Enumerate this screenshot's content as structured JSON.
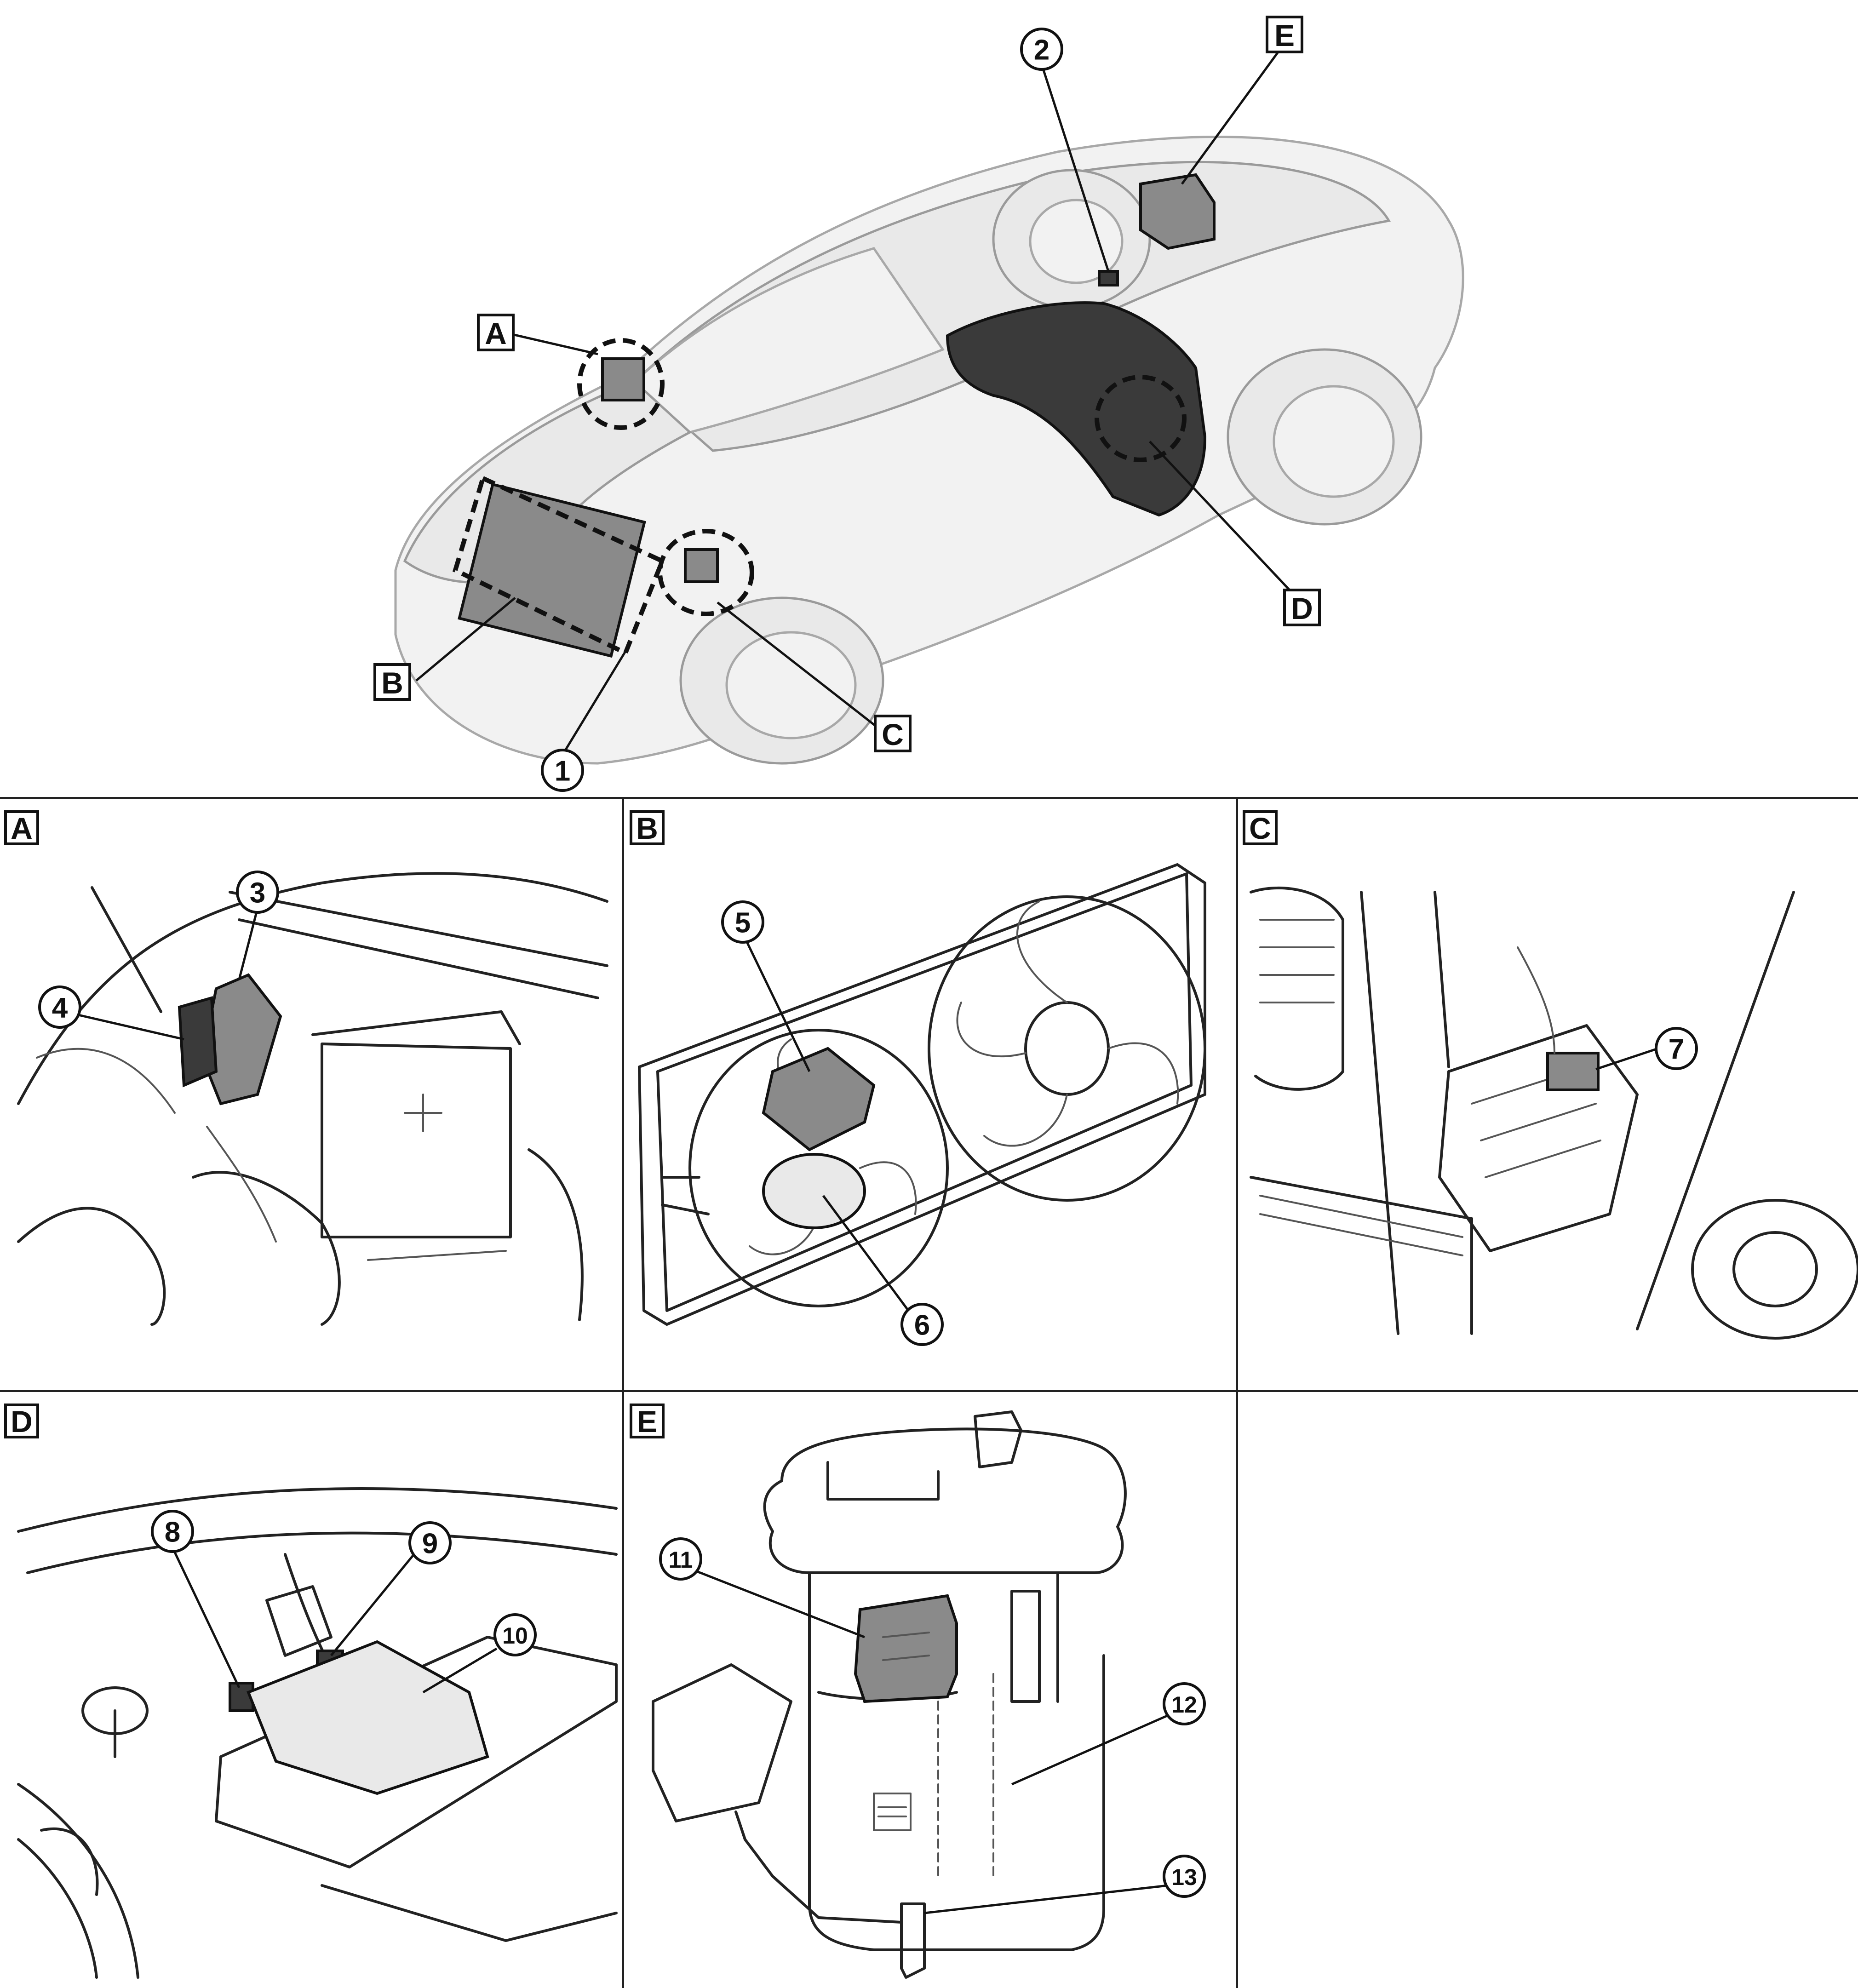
{
  "overview": {
    "area_labels": [
      "A",
      "B",
      "C",
      "D",
      "E"
    ],
    "callouts": [
      "1",
      "2"
    ]
  },
  "panels": [
    {
      "label": "A",
      "callouts": [
        "3",
        "4"
      ]
    },
    {
      "label": "B",
      "callouts": [
        "5",
        "6"
      ]
    },
    {
      "label": "C",
      "callouts": [
        "7"
      ]
    },
    {
      "label": "D",
      "callouts": [
        "8",
        "9",
        "10"
      ]
    },
    {
      "label": "E",
      "callouts": [
        "11",
        "12",
        "13"
      ]
    }
  ],
  "colors": {
    "line": "#222222",
    "ghost_fill": "#e9e9e9",
    "component_fill": "#8a8a8a",
    "dark_fill": "#3a3a3a"
  }
}
